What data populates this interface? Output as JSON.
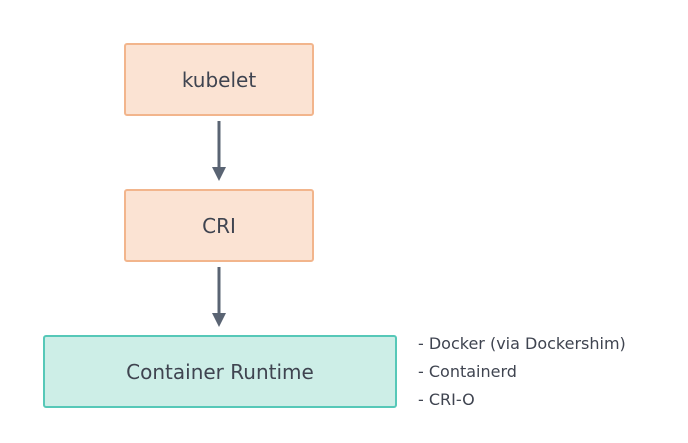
{
  "diagram": {
    "nodes": {
      "kubelet": "kubelet",
      "cri": "CRI",
      "container_runtime": "Container Runtime"
    },
    "edges": [
      {
        "from": "kubelet",
        "to": "cri"
      },
      {
        "from": "cri",
        "to": "container_runtime"
      }
    ],
    "runtime_examples": [
      "- Docker (via Dockershim)",
      "- Containerd",
      "- CRI-O"
    ]
  },
  "colors": {
    "orange_fill": "#fbe3d3",
    "orange_border": "#f2b58c",
    "teal_fill": "#cdeee7",
    "teal_border": "#56c8b8",
    "arrow": "#5a6473",
    "text": "#3f4450"
  }
}
